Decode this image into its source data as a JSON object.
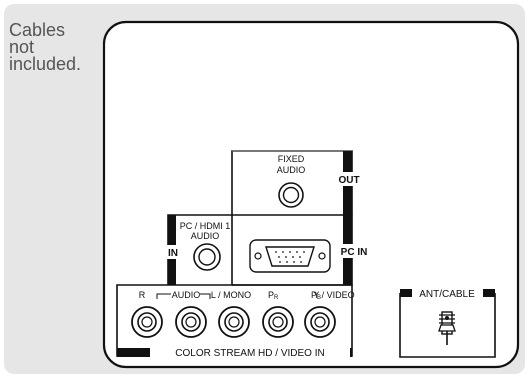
{
  "note": {
    "line1": "Cables",
    "line2": "not",
    "line3": "included."
  },
  "panel": {
    "fixed_audio": {
      "line1": "FIXED",
      "line2": "AUDIO",
      "side_label": "OUT"
    },
    "pc_hdmi_audio": {
      "line1": "PC / HDMI 1",
      "line2": "AUDIO",
      "side_label": "IN"
    },
    "pc_in": {
      "label": "PC IN"
    },
    "color_stream": {
      "jack_r": "R",
      "audio": "AUDIO",
      "jack_l": "L / MONO",
      "jack_pr": "P",
      "jack_pr_sub": "R",
      "jack_pb": "P",
      "jack_pb_sub": "B",
      "jack_y": "Y / VIDEO",
      "bottom_label": "COLOR STREAM HD / VIDEO IN"
    },
    "antenna": {
      "label": "ANT/CABLE"
    }
  },
  "colors": {
    "background": "#e6e6e6",
    "panel_fill": "#ffffff",
    "border": "#111111",
    "note_text": "#555555"
  }
}
